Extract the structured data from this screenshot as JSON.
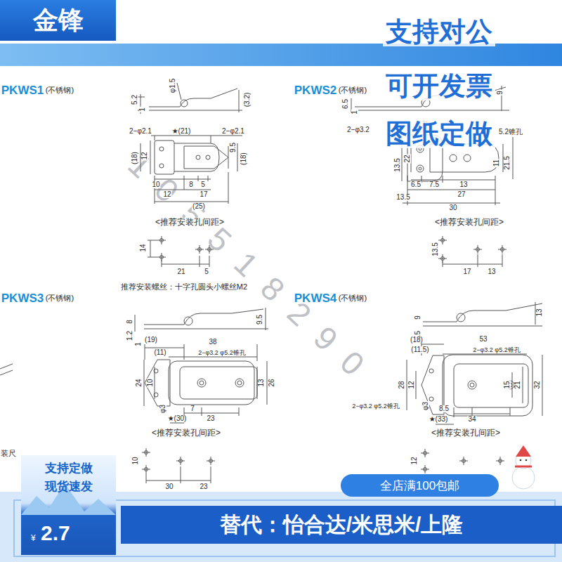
{
  "diagram": {
    "nodes": [
      {
        "text": [
          "金锋"
        ]
      },
      {
        "text": [
          "支持定做",
          "现货速发",
          "¥",
          "2.7"
        ]
      },
      {
        "text": [
          "全店满100包邮"
        ]
      },
      {
        "text": [
          "替代：怡合达/米思米/上隆"
        ]
      }
    ],
    "labels": [
      "105518290",
      "PKWS1",
      "(不锈钢)",
      "φ1.5",
      "5.2",
      "1",
      "(3.2)",
      "2−φ2.1",
      "★(21)",
      "2−φ2.1",
      "(18)",
      "12",
      "9.5",
      "(18)",
      "10",
      "8",
      "5",
      "12",
      "17",
      "(25)",
      "<推荐安装孔间距>",
      "14",
      "21",
      "5",
      "推荐安装螺丝：十字孔圆头小螺丝M2",
      "PKWS2",
      "(不锈钢)",
      "6.5",
      "1",
      "9",
      "2−φ3.2",
      "(17)",
      "5.2锥孔",
      "22",
      "13.5",
      "11",
      "21.5",
      "6.5",
      "7.5",
      "13",
      "13.5",
      "27",
      "30",
      "<推荐安装孔间距>",
      "13.5",
      "17",
      "13",
      "PKWS3",
      "(不锈钢)",
      "8",
      "1.2",
      "1",
      "9.5",
      "(19)",
      "(11)",
      "38",
      "2−φ3.2 φ5.2锥孔",
      "24",
      "10",
      "13",
      "26",
      "φ3",
      "★(30)",
      "7",
      "23",
      "<推荐安装孔间距>",
      "10",
      "30",
      "23",
      "装尺",
      "PKWS4",
      "(不锈钢)",
      "9",
      "1.5",
      "13",
      "(18)",
      "(11.5)",
      "53",
      "2−φ3.2 φ5.2锥孔",
      "28",
      "12",
      "15",
      "21",
      "32",
      "2−φ3.2 φ5.2锥孔",
      "φ3",
      "8.5",
      "★(33)",
      "34",
      "<推荐安装孔间距>",
      "12",
      "支持对公",
      "可开发票",
      "图纸定做"
    ]
  }
}
